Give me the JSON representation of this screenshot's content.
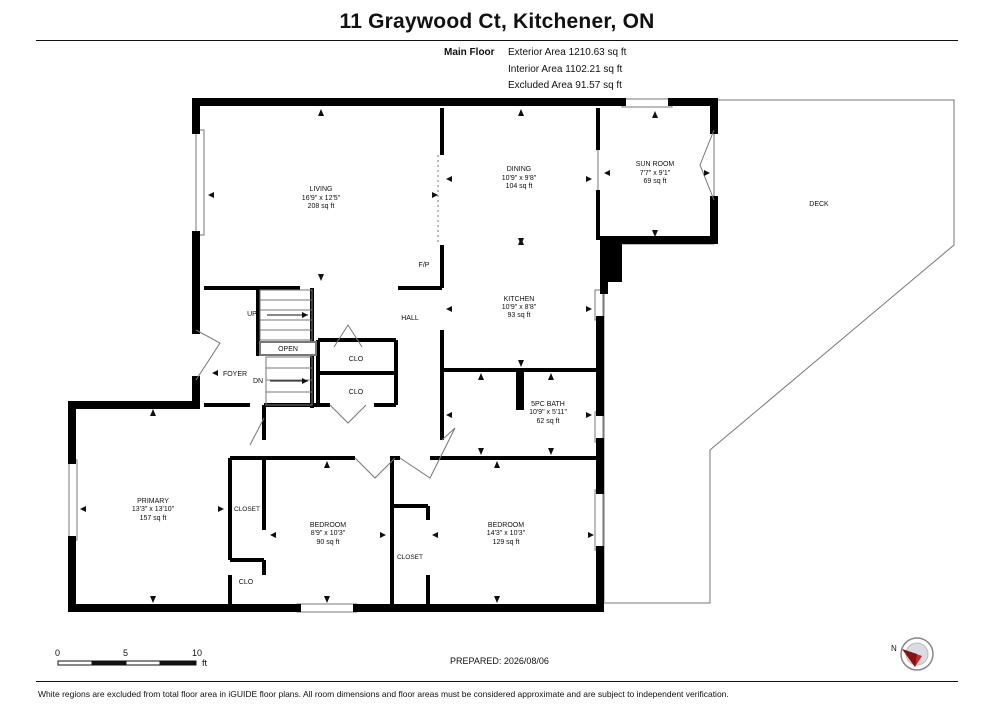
{
  "header": {
    "title": "11 Graywood Ct, Kitchener, ON",
    "floor_label": "Main Floor",
    "exterior_area": "Exterior Area 1210.63 sq ft",
    "interior_area": "Interior Area 1102.21 sq ft",
    "excluded_area": "Excluded Area 91.57 sq ft"
  },
  "rooms": {
    "living": {
      "name": "LIVING",
      "dims": "16'9\" x 12'5\"",
      "area": "208 sq ft"
    },
    "dining": {
      "name": "DINING",
      "dims": "10'9\" x 9'8\"",
      "area": "104 sq ft"
    },
    "sunroom": {
      "name": "SUN ROOM",
      "dims": "7'7\" x 9'1\"",
      "area": "69 sq ft"
    },
    "kitchen": {
      "name": "KITCHEN",
      "dims": "10'9\" x 8'8\"",
      "area": "93 sq ft"
    },
    "bath": {
      "name": "5PC BATH",
      "dims": "10'9\" x 5'11\"",
      "area": "62 sq ft"
    },
    "primary": {
      "name": "PRIMARY",
      "dims": "13'3\" x 13'10\"",
      "area": "157 sq ft"
    },
    "bedroom1": {
      "name": "BEDROOM",
      "dims": "8'9\" x 10'3\"",
      "area": "90 sq ft"
    },
    "bedroom2": {
      "name": "BEDROOM",
      "dims": "14'3\" x 10'3\"",
      "area": "129 sq ft"
    }
  },
  "labels": {
    "deck": "DECK",
    "fp": "F/P",
    "hall": "HALL",
    "up": "UP",
    "dn": "DN",
    "open": "OPEN",
    "foyer": "FOYER",
    "clo1": "CLO",
    "clo2": "CLO",
    "clo3": "CLO",
    "closet1": "CLOSET",
    "closet2": "CLOSET"
  },
  "scale": {
    "t0": "0",
    "t5": "5",
    "t10": "10",
    "unit": "ft"
  },
  "compass": {
    "north": "N"
  },
  "footer": {
    "prepared": "PREPARED: 2026/08/06",
    "disclaimer": "White regions are excluded from total floor area in iGUIDE floor plans. All room dimensions and floor areas must be considered approximate and are subject to independent verification."
  }
}
